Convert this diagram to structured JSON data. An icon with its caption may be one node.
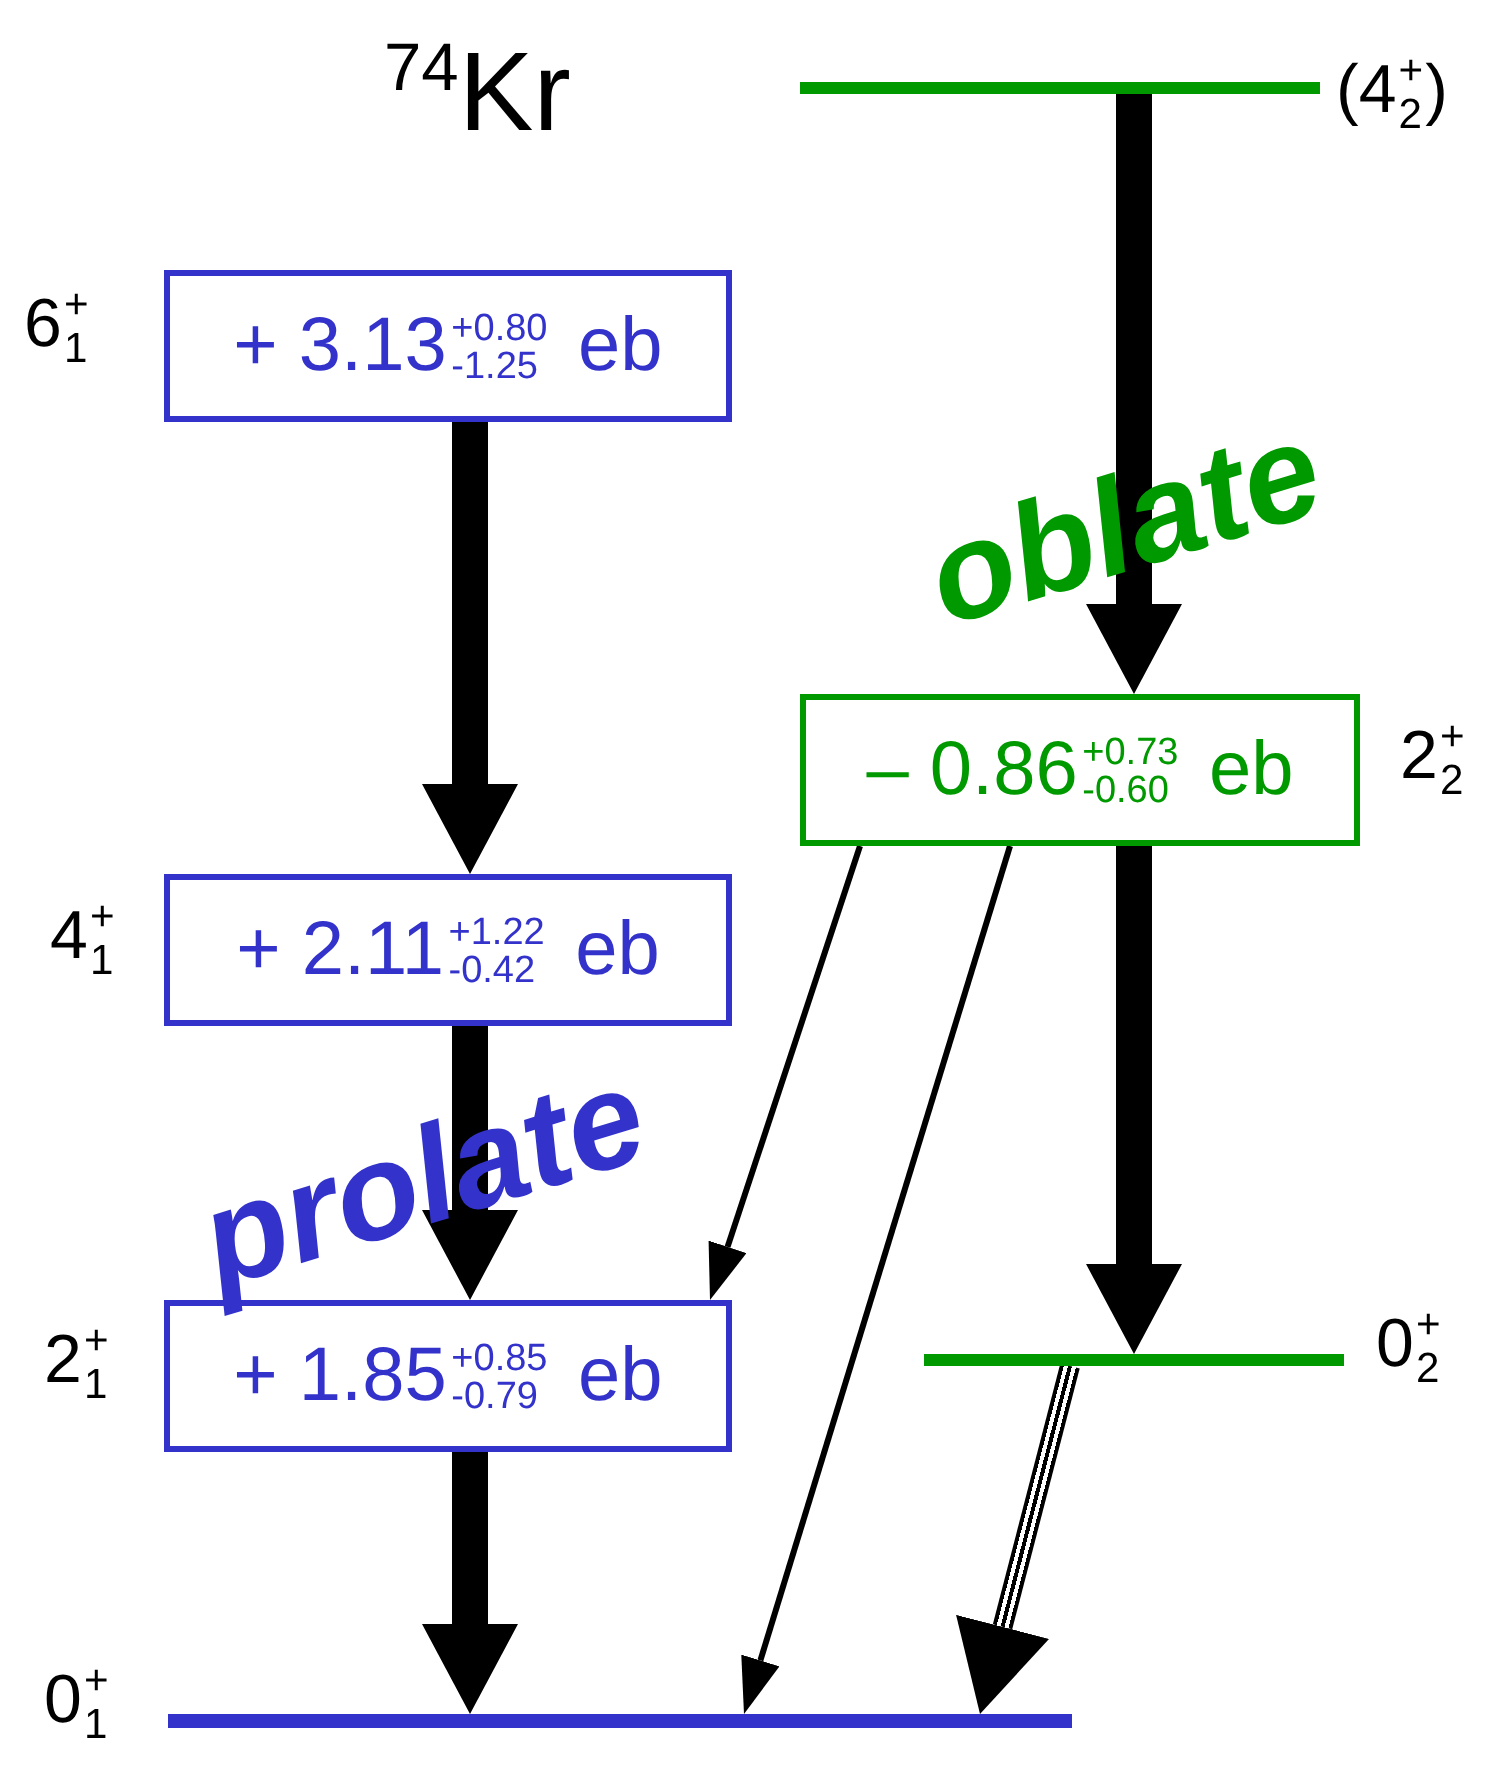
{
  "diagram": {
    "title": "$^{74}$Kr",
    "nodes": [
      {
        "text": [],
        "shape": "bar",
        "beside": [
          "(4$^{+}$$_{2}$)"
        ]
      },
      {
        "text": [
          "+ 3.13$^{+0.80}$$_{-1.25}$ eb"
        ],
        "beside": [
          "6$^{+}$$_{1}$"
        ]
      },
      {
        "text": [
          "+ 2.11$^{+1.22}$$_{-0.42}$ eb"
        ],
        "beside": [
          "4$^{+}$$_{1}$"
        ]
      },
      {
        "text": [
          "+ 1.85$^{+0.85}$$_{-0.79}$ eb"
        ],
        "beside": [
          "2$^{+}$$_{1}$"
        ]
      },
      {
        "text": [
          "– 0.86$^{+0.73}$$_{-0.60}$ eb"
        ],
        "beside": [
          "2$^{+}$$_{2}$"
        ]
      },
      {
        "text": [],
        "shape": "bar",
        "beside": [
          "0$^{+}$$_{2}$"
        ]
      },
      {
        "text": [],
        "shape": "bar",
        "beside": [
          "0$^{+}$$_{1}$"
        ]
      }
    ],
    "edges": [
      {
        "from": 1,
        "to": 2,
        "arrow": "to"
      },
      {
        "from": 2,
        "to": 3,
        "arrow": "to"
      },
      {
        "from": 3,
        "to": 6,
        "arrow": "to"
      },
      {
        "from": 0,
        "to": 4,
        "arrow": "to"
      },
      {
        "from": 4,
        "to": 5,
        "arrow": "to"
      },
      {
        "from": 4,
        "to": 3,
        "arrow": "to"
      },
      {
        "from": 4,
        "to": 6,
        "arrow": "to"
      },
      {
        "from": 5,
        "to": 6,
        "arrow": "to"
      }
    ],
    "labels": [
      "oblate",
      "prolate"
    ]
  }
}
